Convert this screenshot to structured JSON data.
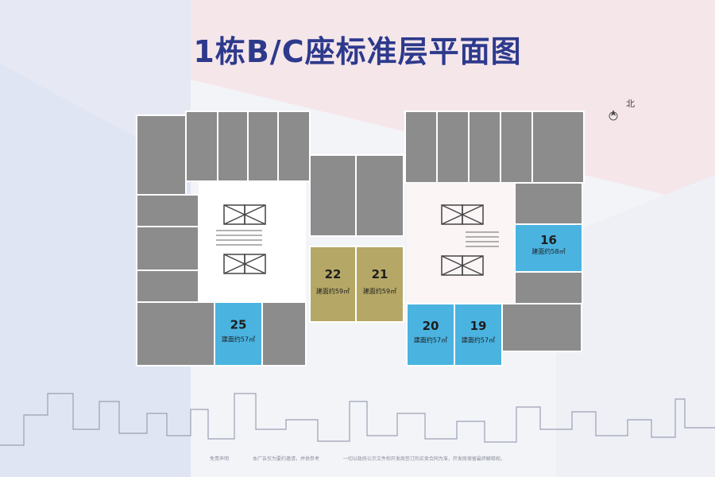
{
  "title": "1栋B/C座标准层平面图",
  "compass": {
    "label": "北",
    "icon": "north-arrow-icon"
  },
  "units": [
    {
      "number": "22",
      "area": "建面约59㎡",
      "color": "#b5a866"
    },
    {
      "number": "21",
      "area": "建面约59㎡",
      "color": "#b5a866"
    },
    {
      "number": "25",
      "area": "建面约57㎡",
      "color": "#4ab3e0"
    },
    {
      "number": "20",
      "area": "建面约57㎡",
      "color": "#4ab3e0"
    },
    {
      "number": "19",
      "area": "建面约57㎡",
      "color": "#4ab3e0"
    },
    {
      "number": "16",
      "area": "建面约58㎡",
      "color": "#4ab3e0"
    }
  ],
  "disclaimer": [
    "免责声明",
    "本广告仅为要约邀请，并供参考",
    "一切以政府公示文件和开发商签订的买卖合同为准，开发商保留最终解释权。"
  ],
  "colors": {
    "title": "#2d3a8c",
    "unit_gray": "#8c8c8c",
    "core_fill": "#ffffff"
  }
}
